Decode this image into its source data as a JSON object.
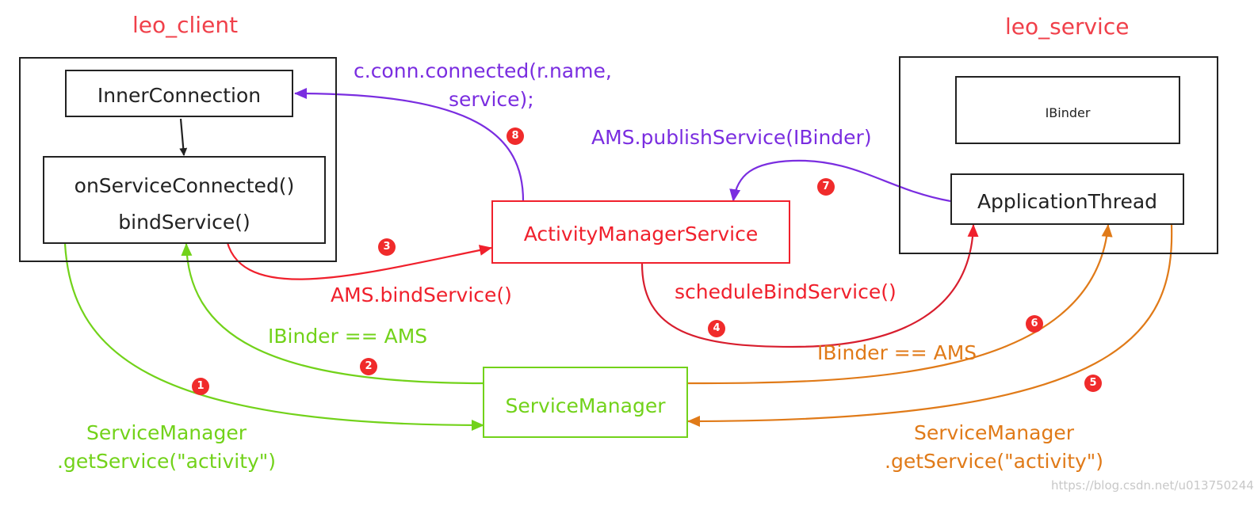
{
  "colors": {
    "black": "#222222",
    "red": "#f0202c",
    "green": "#72d21a",
    "purple": "#7a2de0",
    "orange": "#e07a18",
    "badge": "#f02b2b",
    "title": "#f0404a"
  },
  "titles": {
    "client": "leo_client",
    "service": "leo_service"
  },
  "nodes": {
    "inner_connection": "InnerConnection",
    "on_service_connected": "onServiceConnected()",
    "bind_service": "bindService()",
    "ams": "ActivityManagerService",
    "service_manager": "ServiceManager",
    "ibinder": "IBinder",
    "application_thread": "ApplicationThread"
  },
  "edges": {
    "conn_connected_line1": "c.conn.connected(r.name,",
    "conn_connected_line2": "service);",
    "publish_service": "AMS.publishService(IBinder)",
    "ams_bind_service": "AMS.bindService()",
    "schedule_bind_service": "scheduleBindService()",
    "ibinder_ams_left": "IBinder == AMS",
    "ibinder_ams_right": "IBinder == AMS",
    "get_service_left_line1": "ServiceManager",
    "get_service_left_line2": ".getService(\"activity\")",
    "get_service_right_line1": "ServiceManager",
    "get_service_right_line2": ".getService(\"activity\")"
  },
  "steps": [
    "1",
    "2",
    "3",
    "4",
    "5",
    "6",
    "7",
    "8"
  ],
  "watermark": "https://blog.csdn.net/u013750244"
}
